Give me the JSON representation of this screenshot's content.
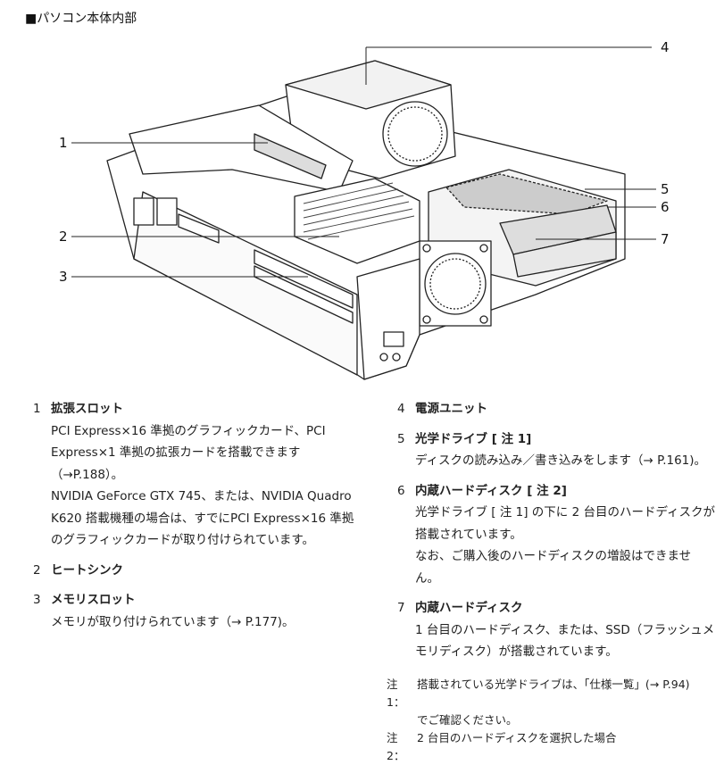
{
  "header": {
    "title": "■パソコン本体内部"
  },
  "figure": {
    "callouts": [
      "1",
      "2",
      "3",
      "4",
      "5",
      "6",
      "7"
    ]
  },
  "items_left": [
    {
      "num": "1",
      "title": "拡張スロット",
      "paragraphs": [
        "PCI Express×16 準拠のグラフィックカード、PCI Express×1 準拠の拡張カードを搭載できます（→P.188）。",
        "NVIDIA GeForce GTX 745、または、NVIDIA Quadro K620 搭載機種の場合は、すでにPCI Express×16 準拠のグラフィックカードが取り付けられています。"
      ]
    },
    {
      "num": "2",
      "title": "ヒートシンク",
      "paragraphs": []
    },
    {
      "num": "3",
      "title": "メモリスロット",
      "paragraphs": [
        "メモリが取り付けられています（→ P.177)。"
      ]
    }
  ],
  "items_right": [
    {
      "num": "4",
      "title": "電源ユニット",
      "paragraphs": []
    },
    {
      "num": "5",
      "title": "光学ドライブ [ 注 1]",
      "paragraphs": [
        "ディスクの読み込み／書き込みをします（→ P.161)。"
      ]
    },
    {
      "num": "6",
      "title": "内蔵ハードディスク [ 注 2]",
      "paragraphs": [
        "光学ドライブ [ 注 1] の下に 2 台目のハードディスクが搭載されています。",
        "なお、ご購入後のハードディスクの増設はできません。"
      ]
    },
    {
      "num": "7",
      "title": "内蔵ハードディスク",
      "paragraphs": [
        "1 台目のハードディスク、または、SSD（フラッシュメモリディスク）が搭載されています。"
      ]
    }
  ],
  "notes": [
    {
      "label": "注 1：",
      "text": "搭載されている光学ドライブは、「仕様一覧」(→ P.94)",
      "cont": "でご確認ください。"
    },
    {
      "label": "注 2：",
      "text": "2 台目のハードディスクを選択した場合",
      "cont": ""
    }
  ]
}
